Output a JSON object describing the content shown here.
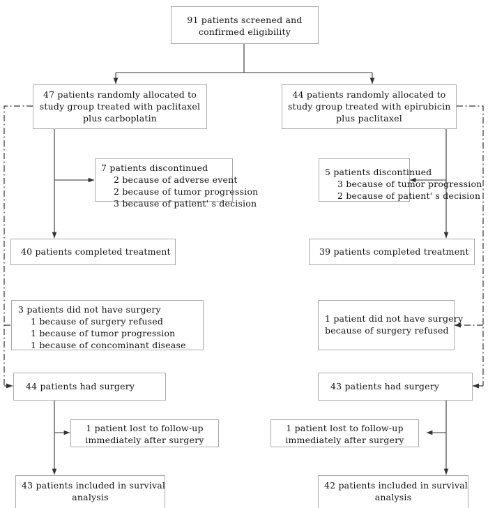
{
  "diagram": {
    "type": "consort-flow-diagram",
    "title": "CONSORT participant flow diagram",
    "nodes": {
      "screened": {
        "lines": [
          "91 patients screened and",
          "confirmed eligibility"
        ],
        "count": 91
      },
      "alloc_left": {
        "lines": [
          "47 patients randomly allocated to",
          "study group treated with paclitaxel",
          "plus carboplatin"
        ],
        "count": 47
      },
      "alloc_right": {
        "lines": [
          "44 patients randomly allocated to",
          "study group treated with epirubicin",
          "plus paclitaxel"
        ],
        "count": 44
      },
      "discont_left": {
        "head": "7 patients discontinued",
        "items": [
          "2 because of adverse event",
          "2 because of tumor progression",
          "3 because of patient' s decision"
        ],
        "count": 7
      },
      "discont_right": {
        "head": "5 patients discontinued",
        "items": [
          "3 because of tumor progression",
          "2 because of patient' s decision"
        ],
        "count": 5
      },
      "completed_left": {
        "lines": [
          "40 patients completed treatment"
        ],
        "count": 40
      },
      "completed_right": {
        "lines": [
          "39 patients completed treatment"
        ],
        "count": 39
      },
      "nosurgery_left": {
        "head": "3 patients did not have surgery",
        "items": [
          "1 because of surgery refused",
          "1 because of tumor progression",
          "1 because of concominant disease"
        ],
        "count": 3
      },
      "nosurgery_right": {
        "head": "1 patient did not have surgery",
        "items": [
          "because of surgery refused"
        ],
        "count": 1
      },
      "surgery_left": {
        "lines": [
          "44 patients had surgery"
        ],
        "count": 44
      },
      "surgery_right": {
        "lines": [
          "43 patients had surgery"
        ],
        "count": 43
      },
      "lost_left": {
        "lines": [
          "1 patient lost to follow-up",
          "immediately after surgery"
        ],
        "count": 1
      },
      "lost_right": {
        "lines": [
          "1 patient lost to follow-up",
          "immediately after surgery"
        ],
        "count": 1
      },
      "analysis_left": {
        "lines": [
          "43 patients included in survival",
          "analysis"
        ],
        "count": 43
      },
      "analysis_right": {
        "lines": [
          "42 patients included in survival",
          "analysis"
        ],
        "count": 42
      }
    },
    "colors": {
      "box_border": "#a9a9a9",
      "connector": "#333333",
      "text": "#111111",
      "background": "#ffffff"
    }
  }
}
